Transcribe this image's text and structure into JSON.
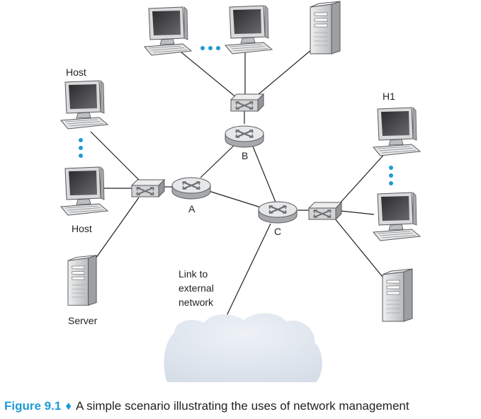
{
  "labels": {
    "host_top": "Host",
    "host_bottom": "Host",
    "server": "Server",
    "h1": "H1",
    "router_a": "A",
    "router_b": "B",
    "router_c": "C",
    "external_line1": "Link to",
    "external_line2": "external",
    "external_line3": "network"
  },
  "caption": {
    "figure": "Figure 9.1",
    "separator": "♦",
    "text": "A simple scenario illustrating the uses of network management"
  },
  "colors": {
    "accent": "#1f9ad6",
    "device_body": "#d9dadb",
    "device_outline": "#58595b",
    "screen": "#3a3a3c",
    "link": "#231f20",
    "cloud": "#dfe6ef"
  },
  "icons": [
    "desktop-computer-icon",
    "tower-server-icon",
    "router-icon",
    "switch-icon",
    "ellipsis-dots-icon",
    "network-cloud-icon"
  ]
}
